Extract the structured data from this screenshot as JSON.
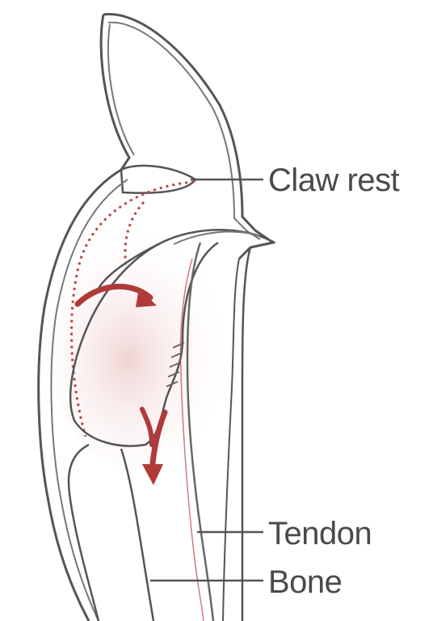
{
  "labels": {
    "claw_rest": "Claw rest",
    "tendon": "Tendon",
    "bone": "Bone"
  },
  "colors": {
    "outline": "#555555",
    "arrow": "#b03a3a",
    "joint_shade": "#f2dede",
    "label": "#4a4a4a"
  }
}
